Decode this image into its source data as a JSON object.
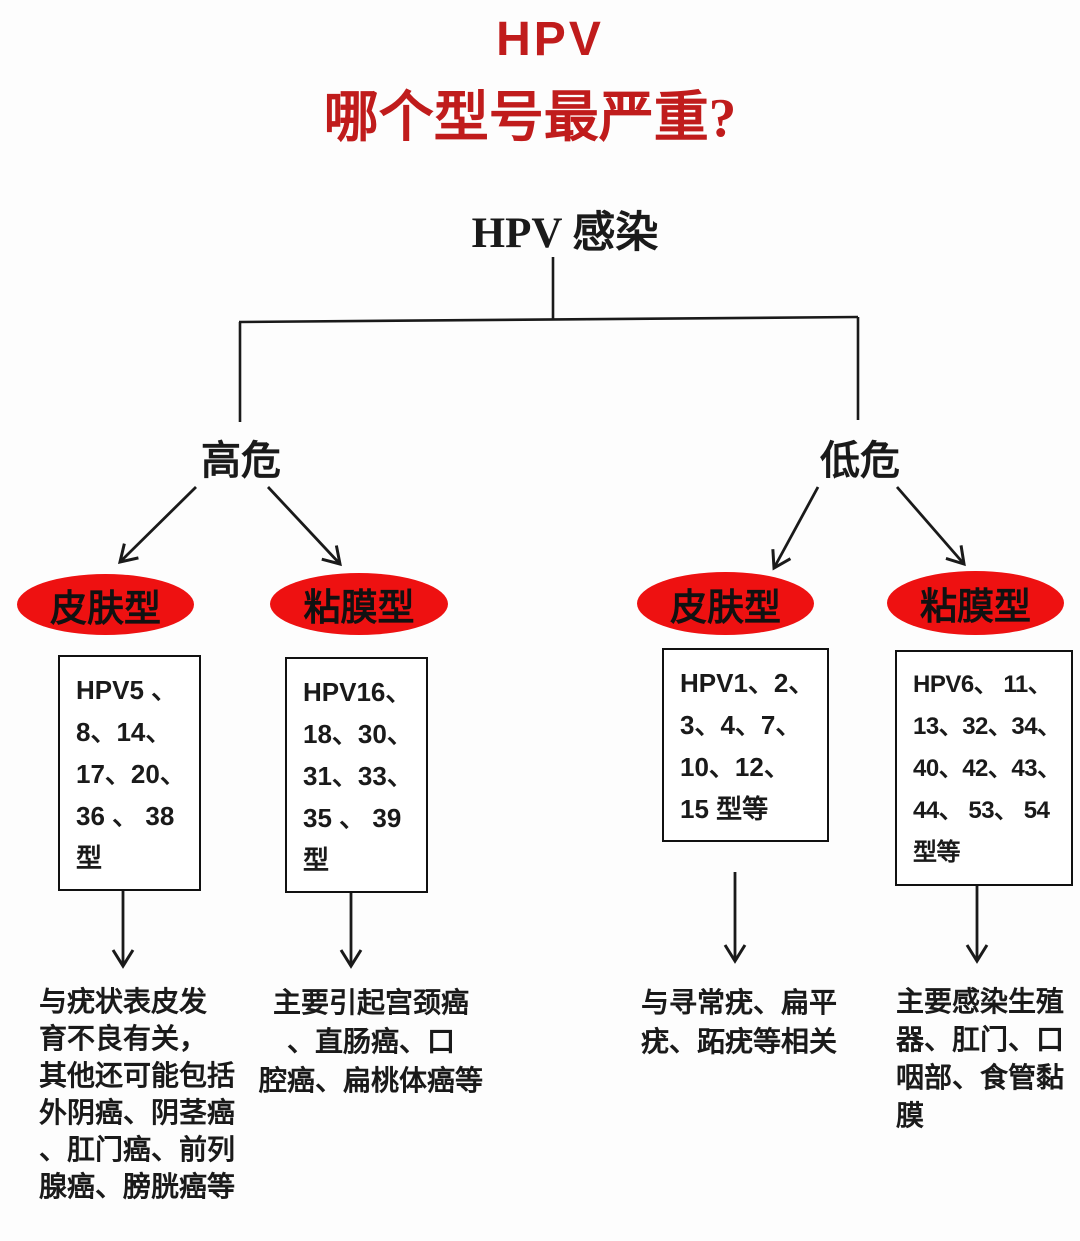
{
  "title": {
    "line1": "HPV",
    "line2": "哪个型号最严重?"
  },
  "root": {
    "label": "HPV 感染"
  },
  "colors": {
    "title_red": "#c01c1c",
    "ellipse_red": "#ee1111",
    "line_black": "#1a1a1a"
  },
  "branches": [
    {
      "label": "高危",
      "groups": [
        {
          "type_label": "皮肤型",
          "types": "HPV5 、\n8、14、\n17、20、\n36 、 38\n型",
          "description": "与疣状表皮发\n育不良有关，\n其他还可能包括\n外阴癌、阴茎癌\n、肛门癌、前列\n腺癌、膀胱癌等"
        },
        {
          "type_label": "粘膜型",
          "types": "HPV16、\n18、30、\n31、33、\n35 、 39\n型",
          "description": "主要引起宫颈癌\n、直肠癌、口\n腔癌、扁桃体癌等"
        }
      ]
    },
    {
      "label": "低危",
      "groups": [
        {
          "type_label": "皮肤型",
          "types": "HPV1、2、\n3、4、7、\n10、12、\n15 型等",
          "description": "与寻常疣、扁平\n疣、跖疣等相关"
        },
        {
          "type_label": "粘膜型",
          "types": "HPV6、 11、\n13、32、34、\n40、42、43、\n44、 53、 54\n型等",
          "description": "主要感染生殖\n器、肛门、口\n咽部、食管黏\n膜"
        }
      ]
    }
  ]
}
